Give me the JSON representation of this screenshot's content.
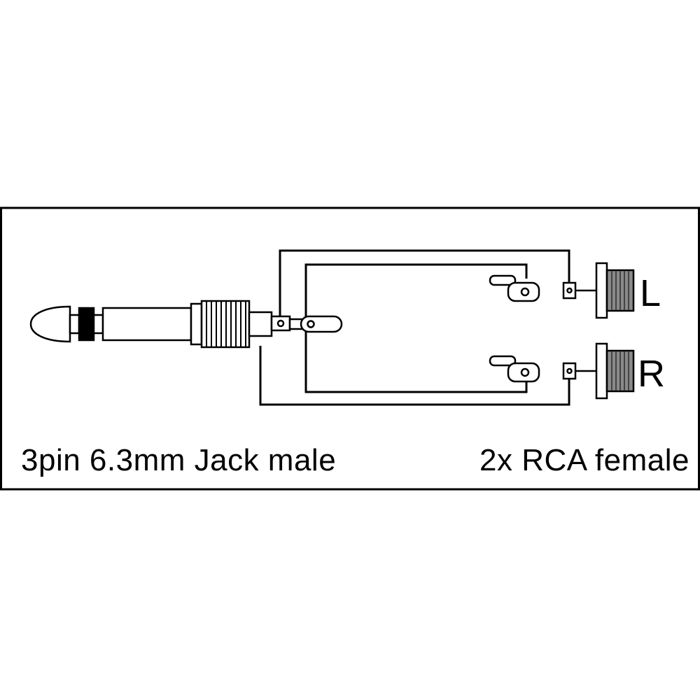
{
  "diagram": {
    "jack_label": "3pin 6.3mm Jack male",
    "rca_label": "2x RCA female",
    "channel_left_label": "L",
    "channel_right_label": "R"
  },
  "colors": {
    "line": "#000000",
    "background": "#ffffff",
    "connector_barrel": "#8a8a8a"
  }
}
